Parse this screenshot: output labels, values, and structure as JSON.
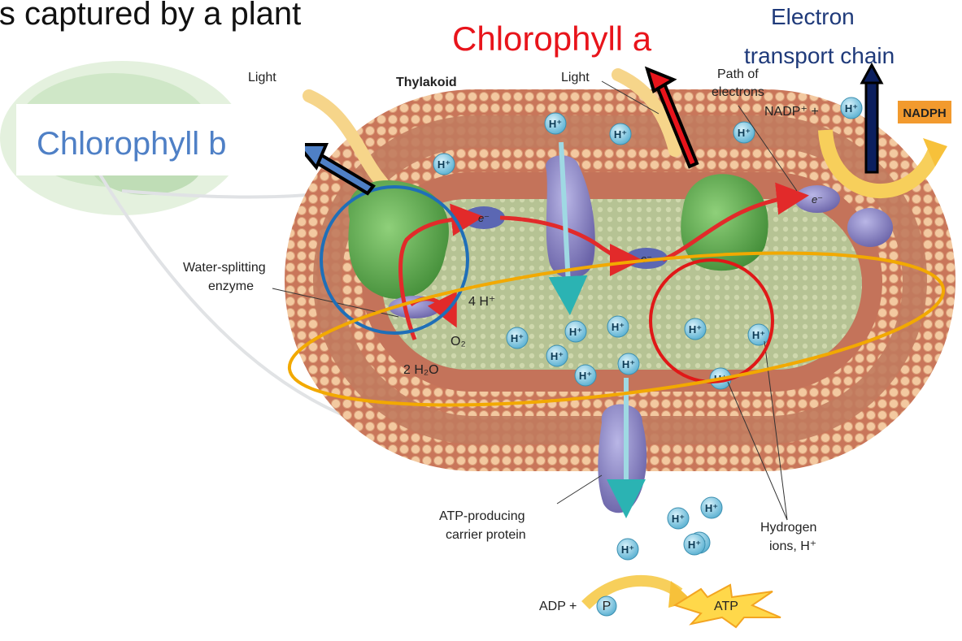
{
  "slide_title": "is captured by a plant",
  "callouts": {
    "chlorophyll_a": "Chlorophyll a",
    "chlorophyll_b": "Chlorophyll b",
    "electron_transport_line1": "Electron",
    "electron_transport_line2": "transport chain"
  },
  "labels": {
    "light_left": "Light",
    "thylakoid": "Thylakoid",
    "light_right": "Light",
    "path_electrons_line1": "Path of",
    "path_electrons_line2": "electrons",
    "nadp": "NADP⁺ +",
    "nadph": "NADPH",
    "water_splitting_line1": "Water-splitting",
    "water_splitting_line2": "enzyme",
    "four_h": "4 H⁺",
    "o2": "O₂",
    "two_h2o": "2 H₂O",
    "atp_protein_line1": "ATP-producing",
    "atp_protein_line2": "carrier protein",
    "hydrogen_line1": "Hydrogen",
    "hydrogen_line2": "ions, H⁺",
    "adp": "ADP +",
    "p": "P",
    "atp": "ATP",
    "electron": "e⁻",
    "h_ion": "H⁺"
  },
  "colors": {
    "chlorophyll_a": "#e8141b",
    "chlorophyll_b": "#4f80c6",
    "etc": "#1f3a7a",
    "membrane": "#c9765a",
    "lumen": "#b9c59a",
    "photosystem": "#5aa64a",
    "protein": "#8b86c4",
    "highlight_blue": "#1f6fb8",
    "highlight_red": "#e01818",
    "highlight_orange": "#f2a900"
  }
}
